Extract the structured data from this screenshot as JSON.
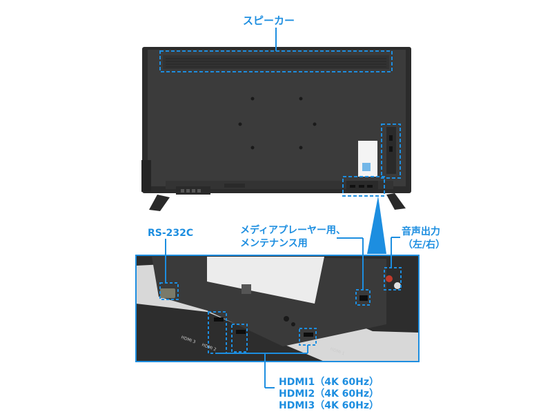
{
  "colors": {
    "accent": "#1d8ee0",
    "tv_body": "#2f2f2f",
    "tv_back": "#3a3a3a",
    "panel_bg": "#2a2a2a"
  },
  "labels": {
    "speaker": "スピーカー",
    "rs232c": "RS-232C",
    "usb_line1": "メディアプレーヤー用、",
    "usb_line2": "メンテナンス用",
    "audio_line1": "音声出力",
    "audio_line2": "（左/右）",
    "hdmi_line1": "HDMI1（4K 60Hz）",
    "hdmi_line2": "HDMI2（4K 60Hz）",
    "hdmi_line3": "HDMI3（4K 60Hz）"
  },
  "panel_print": {
    "hdmi3": "HDMI 3",
    "hdmi2": "HDMI 2",
    "hdmi1": "HDMI 1"
  },
  "icons": [
    "tv-rear-image",
    "hdmi-port-icon",
    "usb-port-icon",
    "rca-jack-icon",
    "serial-port-icon"
  ]
}
